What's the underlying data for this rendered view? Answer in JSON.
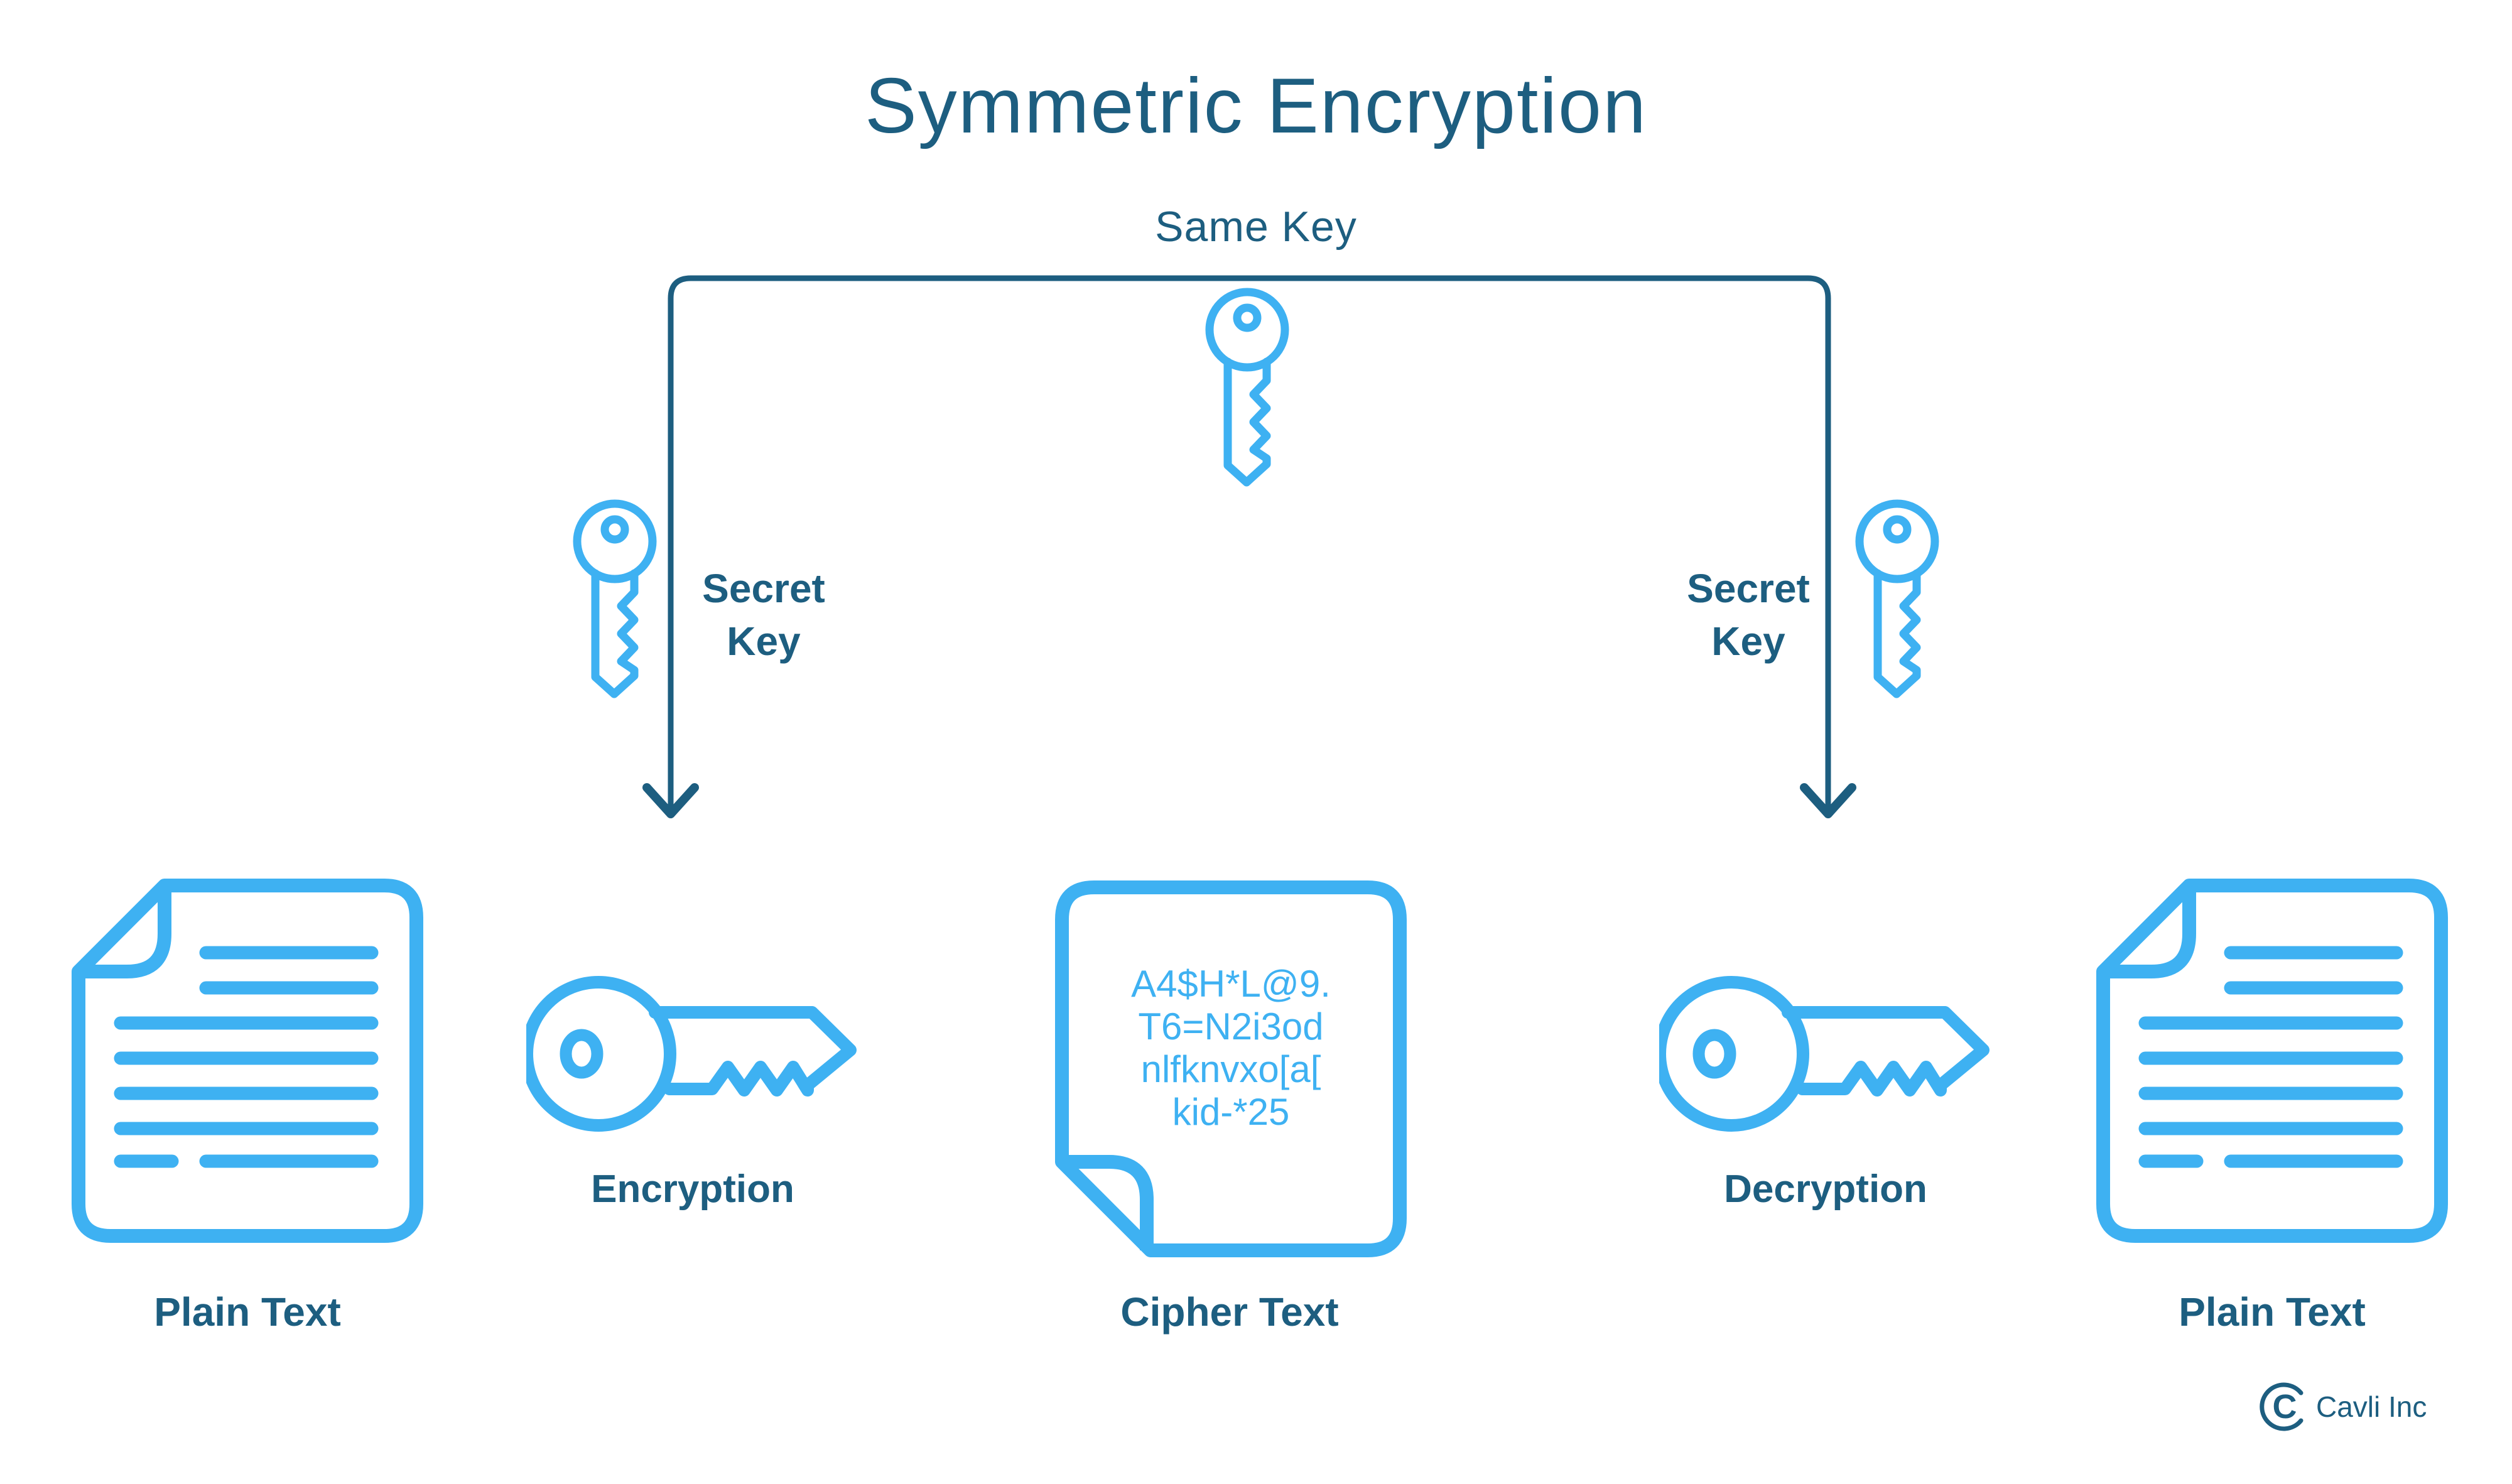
{
  "colors": {
    "accent_light_blue": "#3eb1f2",
    "accent_dark_blue": "#1d5e80"
  },
  "header": {
    "title": "Symmetric Encryption",
    "same_key_label": "Same Key"
  },
  "secret_key_left": {
    "line1": "Secret",
    "line2": "Key"
  },
  "secret_key_right": {
    "line1": "Secret",
    "line2": "Key"
  },
  "nodes": {
    "plain_text_left": {
      "label": "Plain Text"
    },
    "encryption": {
      "label": "Encryption"
    },
    "cipher_text": {
      "label": "Cipher Text",
      "lines": [
        "A4$H*L@9.",
        "T6=N2i3od",
        "nlfknvxo[a[",
        "kid-*25"
      ]
    },
    "decryption": {
      "label": "Decryption"
    },
    "plain_text_right": {
      "label": "Plain Text"
    }
  },
  "footer": {
    "logo_letter": "C",
    "company": "Cavli Inc"
  }
}
